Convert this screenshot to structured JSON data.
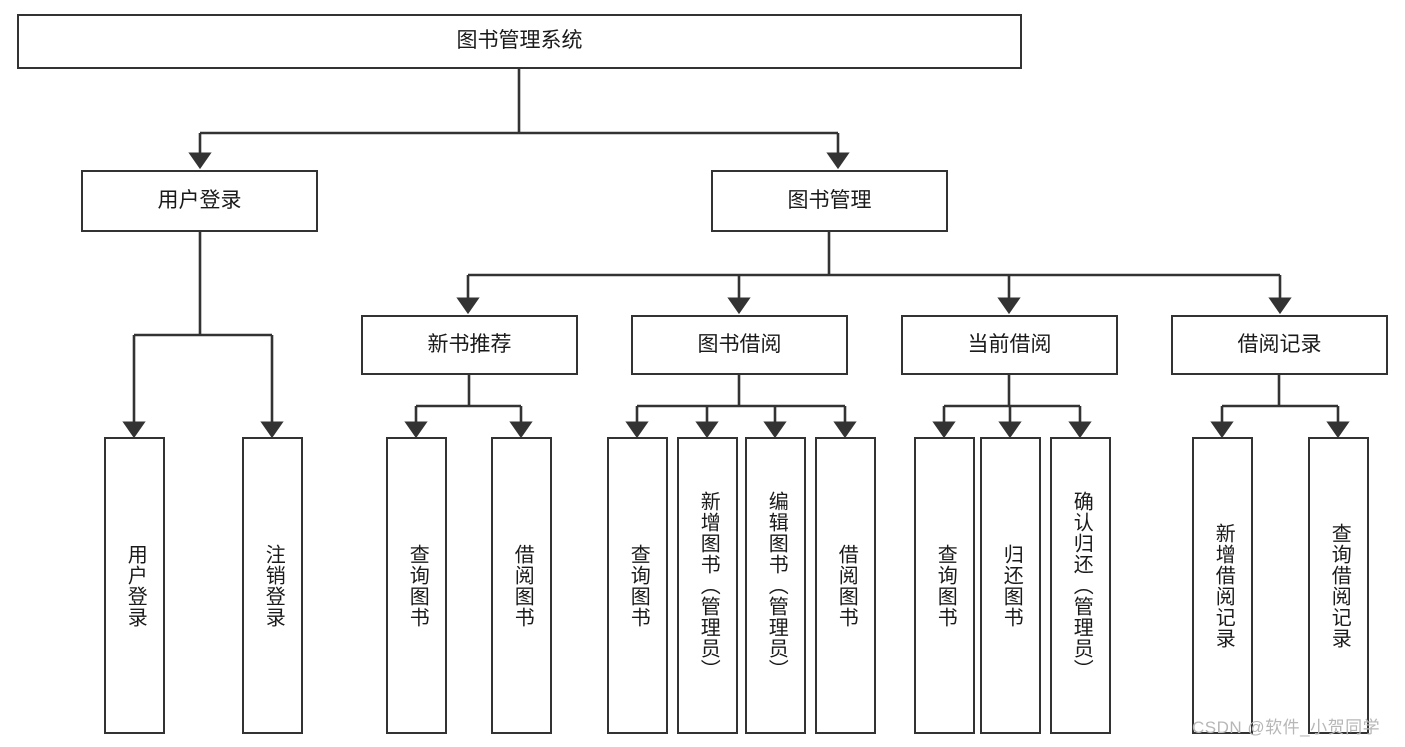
{
  "diagram": {
    "type": "tree-hierarchy",
    "title": "图书管理系统",
    "root": {
      "label": "图书管理系统"
    },
    "level2": [
      {
        "label": "用户登录"
      },
      {
        "label": "图书管理"
      }
    ],
    "level3": [
      {
        "label": "新书推荐"
      },
      {
        "label": "图书借阅"
      },
      {
        "label": "当前借阅"
      },
      {
        "label": "借阅记录"
      }
    ],
    "leaves": {
      "user_login": [
        {
          "label": "用户登录"
        },
        {
          "label": "注销登录"
        }
      ],
      "new_book_recommend": [
        {
          "label": "查询图书"
        },
        {
          "label": "借阅图书"
        }
      ],
      "book_borrow": [
        {
          "label": "查询图书"
        },
        {
          "label": "新增图书（管理员）"
        },
        {
          "label": "编辑图书（管理员）"
        },
        {
          "label": "借阅图书"
        }
      ],
      "current_borrow": [
        {
          "label": "查询图书"
        },
        {
          "label": "归还图书"
        },
        {
          "label": "确认归还（管理员）"
        }
      ],
      "borrow_record": [
        {
          "label": "新增借阅记录"
        },
        {
          "label": "查询借阅记录"
        }
      ]
    },
    "watermark": "CSDN @软件_小贺同学",
    "colors": {
      "stroke": "#333333",
      "box_fill": "#ffffff",
      "text": "#1a1a1a",
      "watermark": "#b7b7b7"
    }
  }
}
